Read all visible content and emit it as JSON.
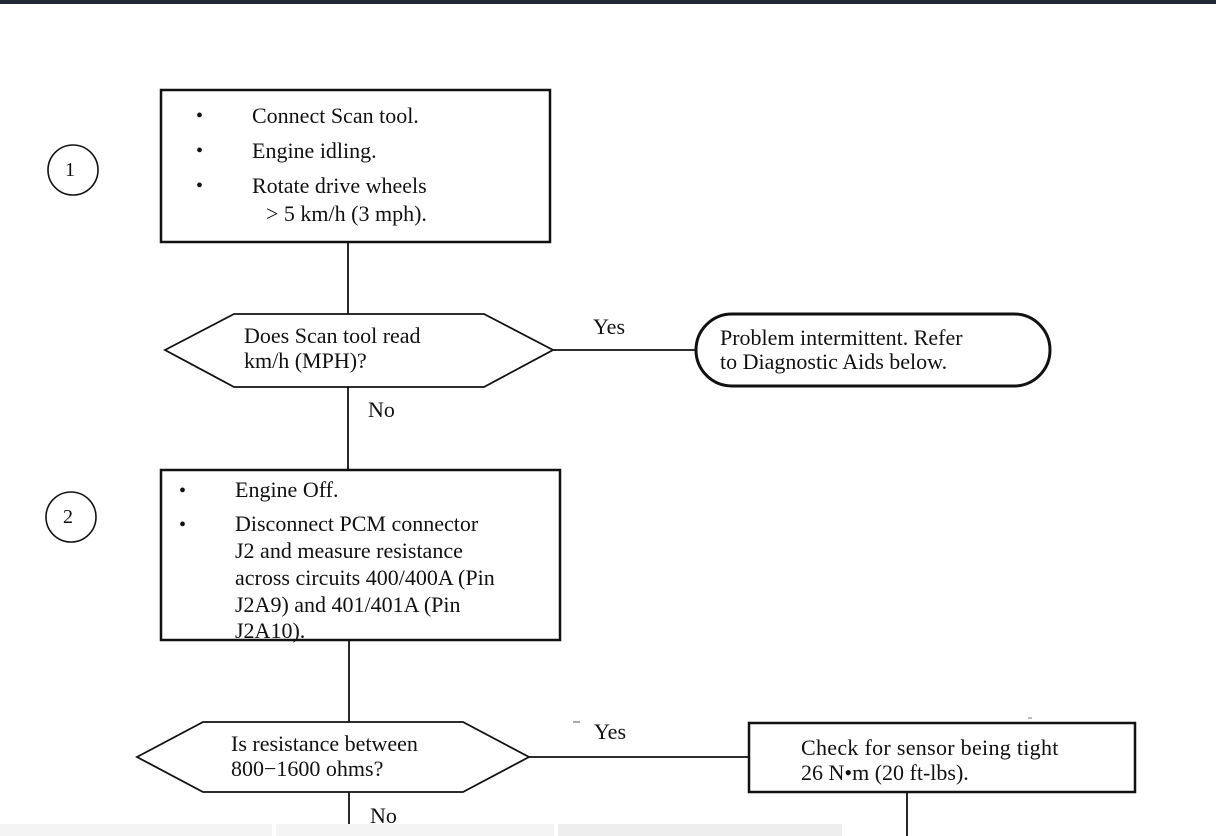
{
  "steps": [
    {
      "number": "1",
      "items": [
        "Connect Scan tool.",
        "Engine idling.",
        "Rotate drive wheels",
        "> 5 km/h (3 mph)."
      ]
    },
    {
      "number": "2",
      "items": [
        "Engine Off.",
        "Disconnect PCM connector",
        "J2 and measure resistance",
        "across circuits 400/400A (Pin",
        "J2A9) and 401/401A (Pin",
        "J2A10)."
      ]
    }
  ],
  "decisions": [
    {
      "question_line1": "Does Scan tool read",
      "question_line2": "km/h (MPH)?",
      "yes_label": "Yes",
      "no_label": "No",
      "yes_result_line1": "Problem intermittent. Refer",
      "yes_result_line2": "to Diagnostic Aids below."
    },
    {
      "question_line1": "Is resistance between",
      "question_line2": "800−1600 ohms?",
      "yes_label": "Yes",
      "no_label": "No",
      "yes_result_line1": "Check for sensor being tight",
      "yes_result_line2": "26 N•m (20 ft-lbs)."
    }
  ]
}
